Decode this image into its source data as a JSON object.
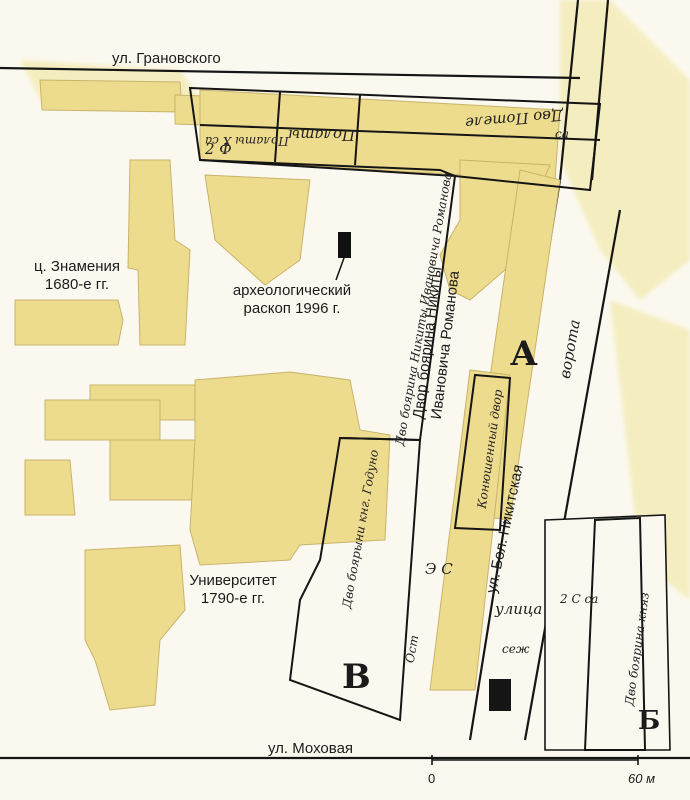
{
  "streets": {
    "granovskogo": "ул. Грановского",
    "mokhovaya": "ул. Моховая",
    "bol_nikitskaya": "ул. Бол. Никитская"
  },
  "buildings": {
    "church": [
      "ц. Знамения",
      "1680-е гг."
    ],
    "university": [
      "Университет",
      "1790-е гг."
    ],
    "excavation": [
      "археологический",
      "раскоп 1996 г."
    ],
    "romanov_yard": [
      "Двор боярина Никиты",
      "Ивановича Романова"
    ]
  },
  "scale": {
    "zero": "0",
    "end": "60 м"
  },
  "manuscript": {
    "polaty": "Полаты",
    "polaty_sign": "Полаты Х са",
    "potyagin": "Двор боярина Никиты Ивановича Романова",
    "ulitsa": "улица",
    "sazhen": "сеж",
    "vorota": "ворота",
    "dvor_boyarina_nikity": "Дво боярина Никиты Ивановича Романова",
    "letter_a": "А",
    "letter_b": "В",
    "letter_b2": "Б",
    "dvor_boyaryni": "Дво боярыни кнг. Годуно",
    "konyushennyi": "Конюшенный двор",
    "dvor_boyarina_south": "Дво боярина княз",
    "ostrov": "Ост",
    "top_right": "Дво Потеле",
    "misc_s1": "2 С са",
    "misc_s2": "2 Ф",
    "misc_s3": "са",
    "misc_s4": "Э С"
  },
  "colors": {
    "building_fill": "#eedc8e",
    "road_wash": "#eadf86",
    "line": "#151515",
    "paper": "#fbf9ef"
  }
}
